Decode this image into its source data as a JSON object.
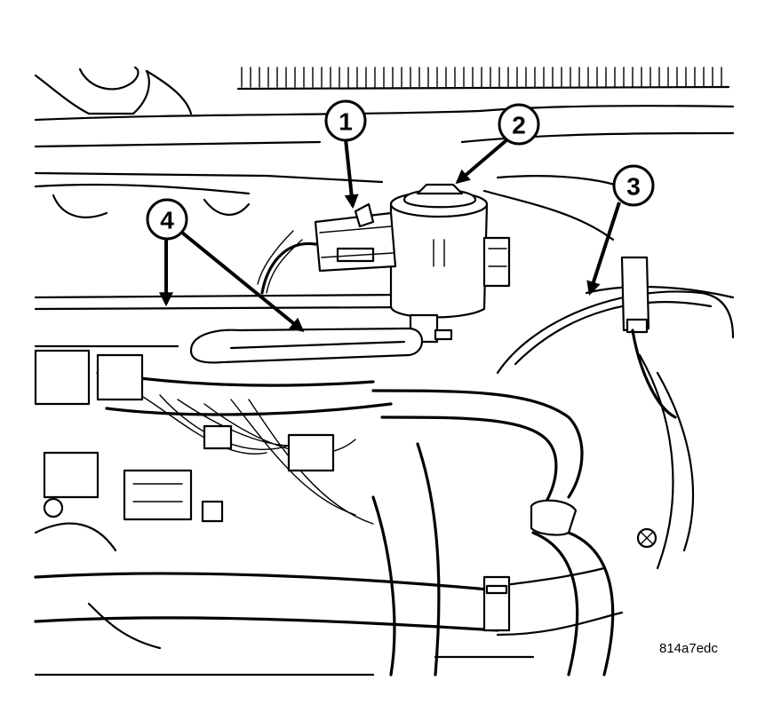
{
  "callouts": [
    {
      "id": "1",
      "label": "1"
    },
    {
      "id": "2",
      "label": "2"
    },
    {
      "id": "3",
      "label": "3"
    },
    {
      "id": "4",
      "label": "4"
    }
  ],
  "figure_code": "814a7edc",
  "colors": {
    "ink": "#000000",
    "paper": "#ffffff"
  }
}
